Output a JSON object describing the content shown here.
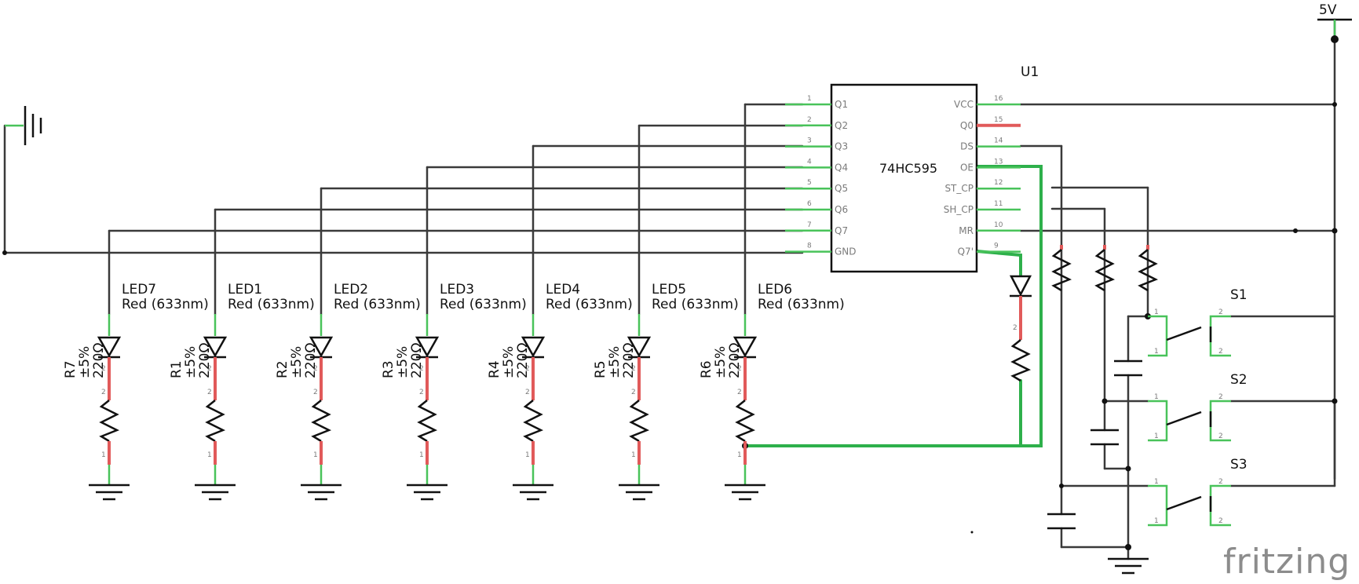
{
  "power_label": "5V",
  "chip": {
    "ref": "U1",
    "name": "74HC595",
    "left_pins": [
      {
        "num": "1",
        "name": "Q1"
      },
      {
        "num": "2",
        "name": "Q2"
      },
      {
        "num": "3",
        "name": "Q3"
      },
      {
        "num": "4",
        "name": "Q4"
      },
      {
        "num": "5",
        "name": "Q5"
      },
      {
        "num": "6",
        "name": "Q6"
      },
      {
        "num": "7",
        "name": "Q7"
      },
      {
        "num": "8",
        "name": "GND"
      }
    ],
    "right_pins": [
      {
        "num": "16",
        "name": "VCC"
      },
      {
        "num": "15",
        "name": "Q0"
      },
      {
        "num": "14",
        "name": "DS"
      },
      {
        "num": "13",
        "name": "OE"
      },
      {
        "num": "12",
        "name": "ST_CP"
      },
      {
        "num": "11",
        "name": "SH_CP"
      },
      {
        "num": "10",
        "name": "MR"
      },
      {
        "num": "9",
        "name": "Q7'"
      }
    ]
  },
  "leds": [
    {
      "ref": "LED7",
      "color": "Red (633nm)",
      "resistor": "R7",
      "tolerance": "±5%",
      "value": "220Ω"
    },
    {
      "ref": "LED1",
      "color": "Red (633nm)",
      "resistor": "R1",
      "tolerance": "±5%",
      "value": "220Ω"
    },
    {
      "ref": "LED2",
      "color": "Red (633nm)",
      "resistor": "R2",
      "tolerance": "±5%",
      "value": "220Ω"
    },
    {
      "ref": "LED3",
      "color": "Red (633nm)",
      "resistor": "R3",
      "tolerance": "±5%",
      "value": "220Ω"
    },
    {
      "ref": "LED4",
      "color": "Red (633nm)",
      "resistor": "R4",
      "tolerance": "±5%",
      "value": "220Ω"
    },
    {
      "ref": "LED5",
      "color": "Red (633nm)",
      "resistor": "R5",
      "tolerance": "±5%",
      "value": "220Ω"
    },
    {
      "ref": "LED6",
      "color": "Red (633nm)",
      "resistor": "R6",
      "tolerance": "±5%",
      "value": "220Ω"
    }
  ],
  "switches": [
    {
      "ref": "S1",
      "pin1": "1",
      "pin2": "2"
    },
    {
      "ref": "S2",
      "pin1": "1",
      "pin2": "2"
    },
    {
      "ref": "S3",
      "pin1": "1",
      "pin2": "2"
    }
  ],
  "pin_numbers": {
    "p1": "1",
    "p2": "2"
  },
  "watermark": "fritzing",
  "colors": {
    "wire": "#3a3a3a",
    "connected_pin": "#49c35a",
    "unconnected_pin": "#e15a5a",
    "highlight_wire": "#2eb04b",
    "watermark": "#8c8c8c"
  }
}
